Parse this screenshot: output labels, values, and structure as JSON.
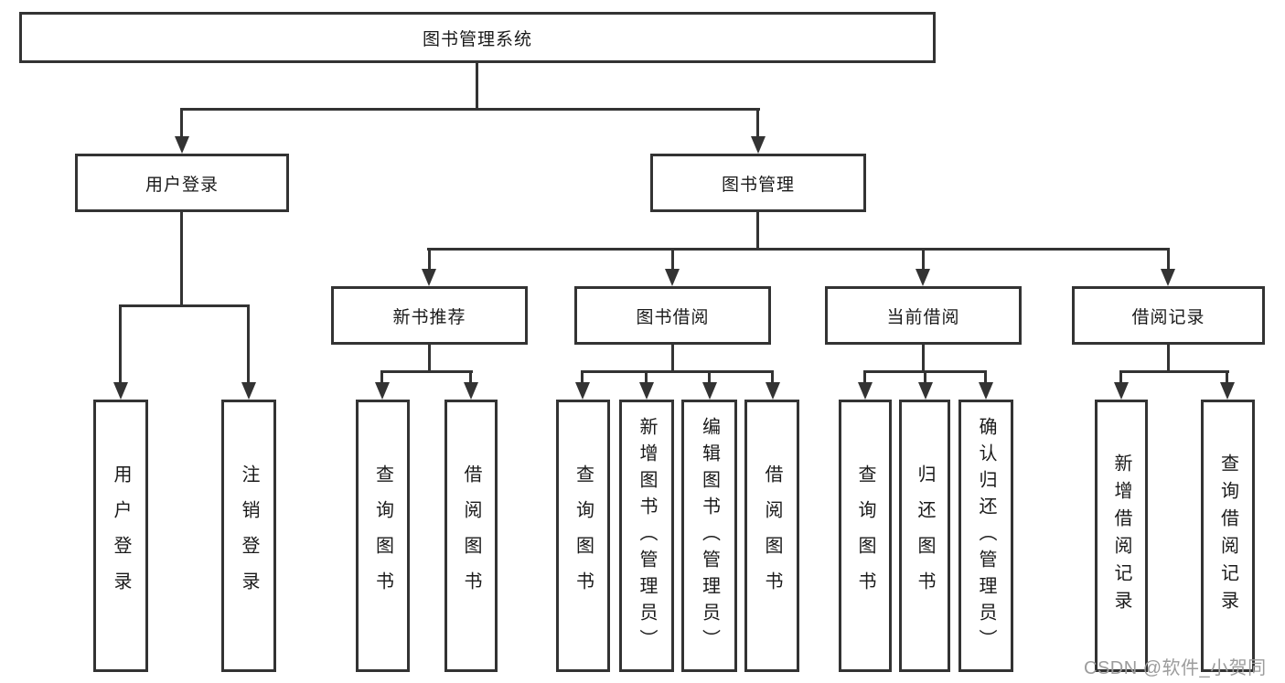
{
  "colors": {
    "line": "#333333",
    "text": "#1a1a1a",
    "watermark": "#9c9c9c",
    "background": "#ffffff"
  },
  "tree": {
    "root": {
      "label": "图书管理系统",
      "children": [
        {
          "label": "用户登录",
          "children": [
            {
              "label": "用户登录"
            },
            {
              "label": "注销登录"
            }
          ]
        },
        {
          "label": "图书管理",
          "children": [
            {
              "label": "新书推荐",
              "children": [
                {
                  "label": "查询图书"
                },
                {
                  "label": "借阅图书"
                }
              ]
            },
            {
              "label": "图书借阅",
              "children": [
                {
                  "label": "查询图书"
                },
                {
                  "label": "新增图书（管理员）"
                },
                {
                  "label": "编辑图书（管理员）"
                },
                {
                  "label": "借阅图书"
                }
              ]
            },
            {
              "label": "当前借阅",
              "children": [
                {
                  "label": "查询图书"
                },
                {
                  "label": "归还图书"
                },
                {
                  "label": "确认归还（管理员）"
                }
              ]
            },
            {
              "label": "借阅记录",
              "children": [
                {
                  "label": "新增借阅记录"
                },
                {
                  "label": "查询借阅记录"
                }
              ]
            }
          ]
        }
      ]
    }
  },
  "watermark": "CSDN @软件_小贺同学"
}
